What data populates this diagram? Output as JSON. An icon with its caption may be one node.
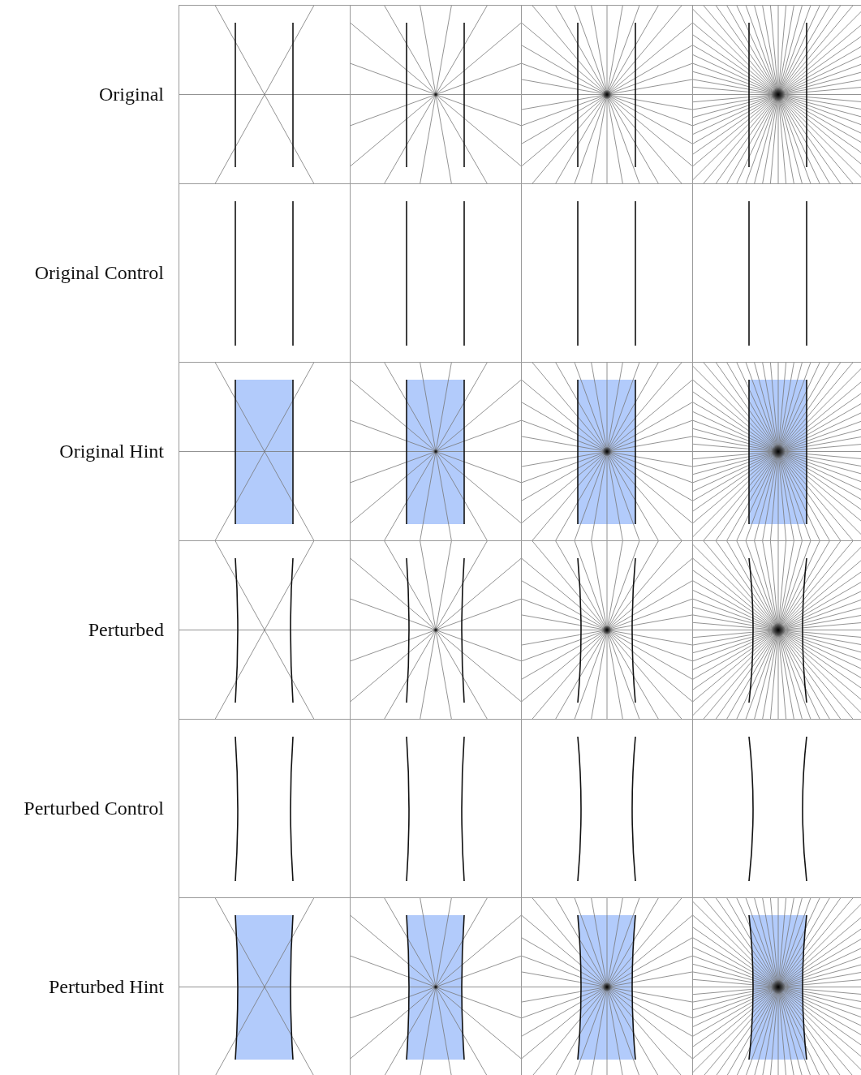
{
  "diagram": {
    "labels": [
      "Original",
      "Original Control",
      "Original Hint",
      "Perturbed",
      "Perturbed Control",
      "Perturbed Hint"
    ]
  }
}
